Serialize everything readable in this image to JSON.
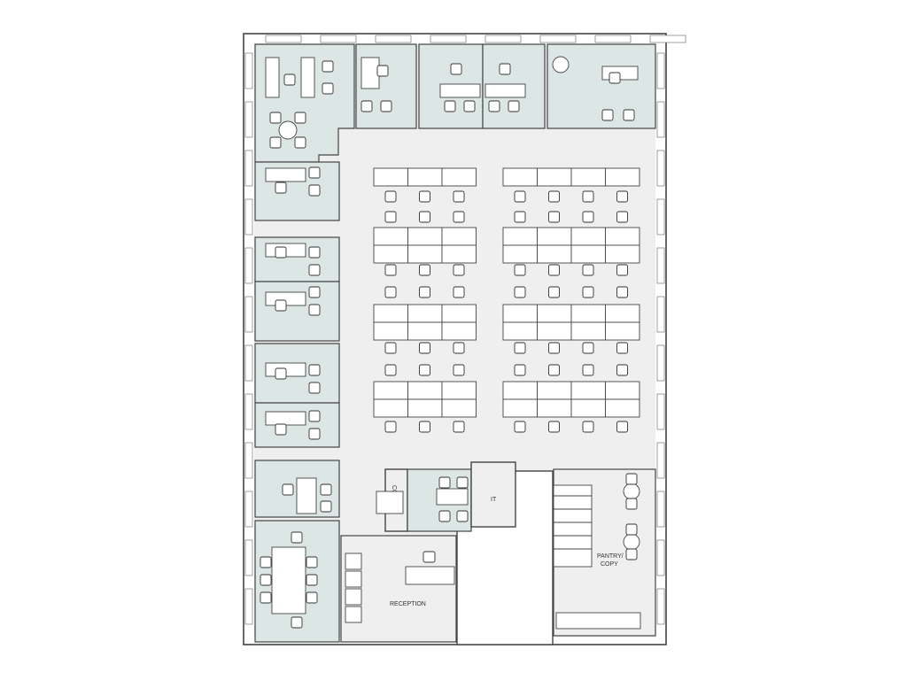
{
  "plan": {
    "labels": {
      "coats": "COATS",
      "it": "IT",
      "pantry_line1": "PANTRY/",
      "pantry_line2": "COPY",
      "reception": "RECEPTION"
    },
    "colors": {
      "office_fill": "#dce7e5",
      "open_floor": "#efefef",
      "walls": "#444444"
    },
    "workstations": {
      "left_cluster_columns": 3,
      "right_cluster_columns": 4,
      "desk_rows": 4
    }
  }
}
